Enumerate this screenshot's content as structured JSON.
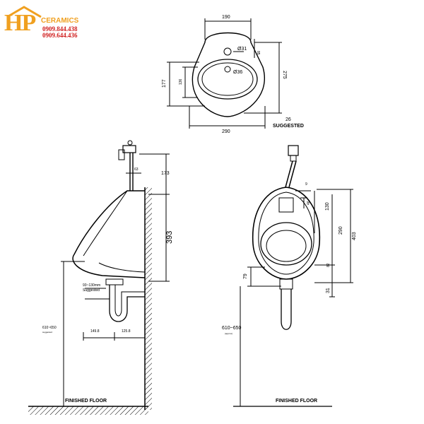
{
  "logo": {
    "mark": "HP",
    "brand": "CERAMICS",
    "phone_1": "0909.844.438",
    "phone_2": "0909.644.436",
    "colors": {
      "mark": "#f0a020",
      "phone": "#d02020"
    }
  },
  "top_view": {
    "width_top": "190",
    "height_upper": "85",
    "hole_1": "Ø31",
    "hole_2": "Ø36",
    "height_left_outer": "177",
    "height_left_inner": "136",
    "height_right": "275",
    "width_bottom": "290"
  },
  "side_view": {
    "valve_offset": "63",
    "height_valve": "173",
    "height_body": "393",
    "trap_note_line1": "93~130mm",
    "trap_note_line2": "Suggested",
    "mount_height": "610~650",
    "mount_height_note": "suggested",
    "depth_left": "149.8",
    "depth_right": "125.8",
    "floor_label": "FINISHED FLOOR"
  },
  "front_view": {
    "suggested_value": "26",
    "suggested_label": "SUGGESTED",
    "dim_9": "9",
    "dim_46": "46",
    "dim_130": "130",
    "dim_290": "290",
    "dim_403": "403",
    "dim_82": "82",
    "dim_79": "79",
    "dim_31": "31",
    "mount_height": "610~650",
    "mount_height_note": "(approx)",
    "floor_label": "FINISHED FLOOR"
  }
}
